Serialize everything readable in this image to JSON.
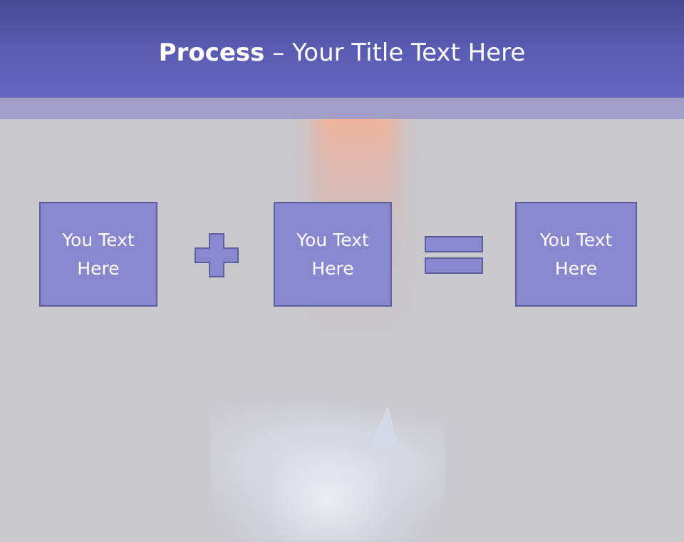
{
  "slide": {
    "title_bold": "Process",
    "title_dash": " – ",
    "title_rest": "Your Title Text Here"
  },
  "process": {
    "boxes": [
      {
        "text": "You Text Here"
      },
      {
        "text": "You Text Here"
      },
      {
        "text": "You Text Here"
      }
    ],
    "operators": [
      "plus-icon",
      "equals-icon"
    ]
  },
  "colors": {
    "header": "#5a5cb3",
    "band": "#a19fc8",
    "box_fill": "#8887cf",
    "box_border": "#5d5e9d",
    "background": "#c9c8cd"
  }
}
